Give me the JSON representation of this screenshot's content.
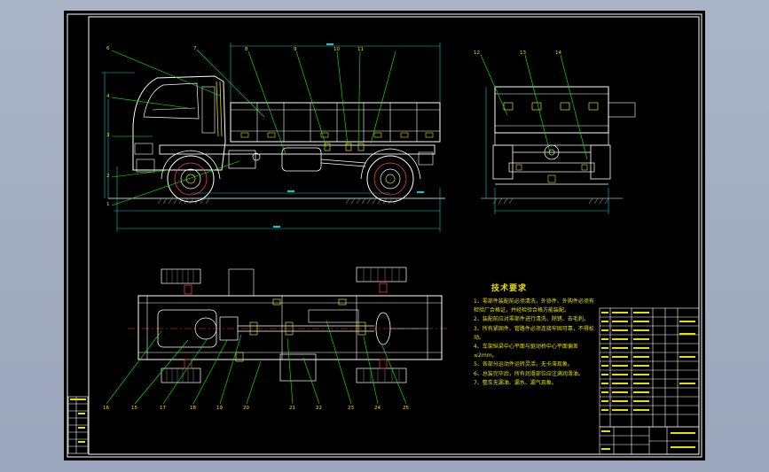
{
  "technical_requirements": {
    "title": "技术要求",
    "items": [
      "1、零部件装配前必须清洗，外协件、外购件必须有检验厂合格证，并经检验合格方能装配。",
      "2、装配前应对零部件进行清洗、除锈、去毛刺。",
      "3、所有紧固件、管路件必须连接牢固可靠，不得松动。",
      "4、车架纵梁中心平面与驱动桥中心平面偏差≤2mm。",
      "5、各部分运动件运转灵活，无卡滞现象。",
      "6、总装完毕后，所有润滑部位应注满润滑油。",
      "7、整车无漏油、漏水、漏气现象。"
    ]
  },
  "callouts": {
    "side_view": [
      "6",
      "7",
      "8",
      "9",
      "10",
      "11",
      "4",
      "3",
      "2",
      "1"
    ],
    "rear_view": [
      "12",
      "13",
      "14"
    ],
    "plan_view": [
      "16",
      "15",
      "17",
      "18",
      "19",
      "20",
      "21",
      "22",
      "23",
      "24",
      "25"
    ]
  },
  "colors": {
    "frame": "#ffffff",
    "detail": "#e5e000",
    "leader": "#00ff00",
    "dimension": "#00d0d0",
    "wheel_detail": "#ff4040",
    "centerline": "#ff3030"
  }
}
